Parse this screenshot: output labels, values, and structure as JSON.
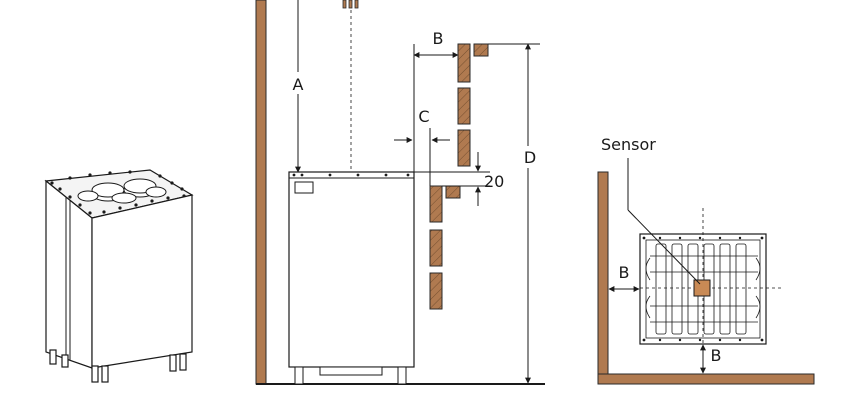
{
  "labels": {
    "dim_a": "A",
    "dim_b_side": "B",
    "dim_c": "C",
    "dim_d": "D",
    "dim_20": "20",
    "sensor": "Sensor",
    "dim_b_top_left": "B",
    "dim_b_top_bottom": "B"
  },
  "colors": {
    "wood": "#b07a50",
    "line": "#1a1a1a",
    "sensor": "#c98a55"
  }
}
